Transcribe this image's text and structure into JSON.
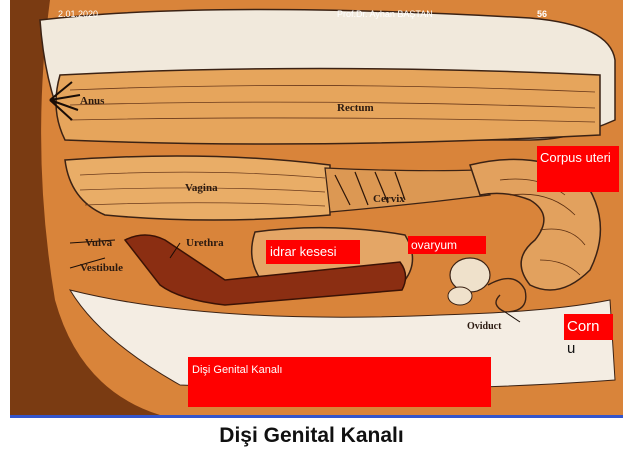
{
  "header": {
    "date": "2.01.2020",
    "author": "Prof.Dr. Ayhan BAŞTAN",
    "page": "56"
  },
  "labels": {
    "anus": "Anus",
    "rectum": "Rectum",
    "vagina": "Vagina",
    "cervix": "Cervix",
    "vulva": "Vulva",
    "vestibule": "Vestibule",
    "urethra": "Urethra",
    "oviduct": "Oviduct"
  },
  "overlays": {
    "corpus_uteri": "Corpus uteri",
    "idrar_kesesi": "idrar kesesi",
    "ovaryum": "ovaryum",
    "corn_part1": "Corn",
    "corn_part2": "u",
    "disi_genital_kanali": "Dişi Genital Kanalı"
  },
  "title": "Dişi Genital Kanalı",
  "colors": {
    "background_tissue": "#d9843a",
    "overlay_red": "#ff0000",
    "divider_blue": "#3355cc"
  }
}
